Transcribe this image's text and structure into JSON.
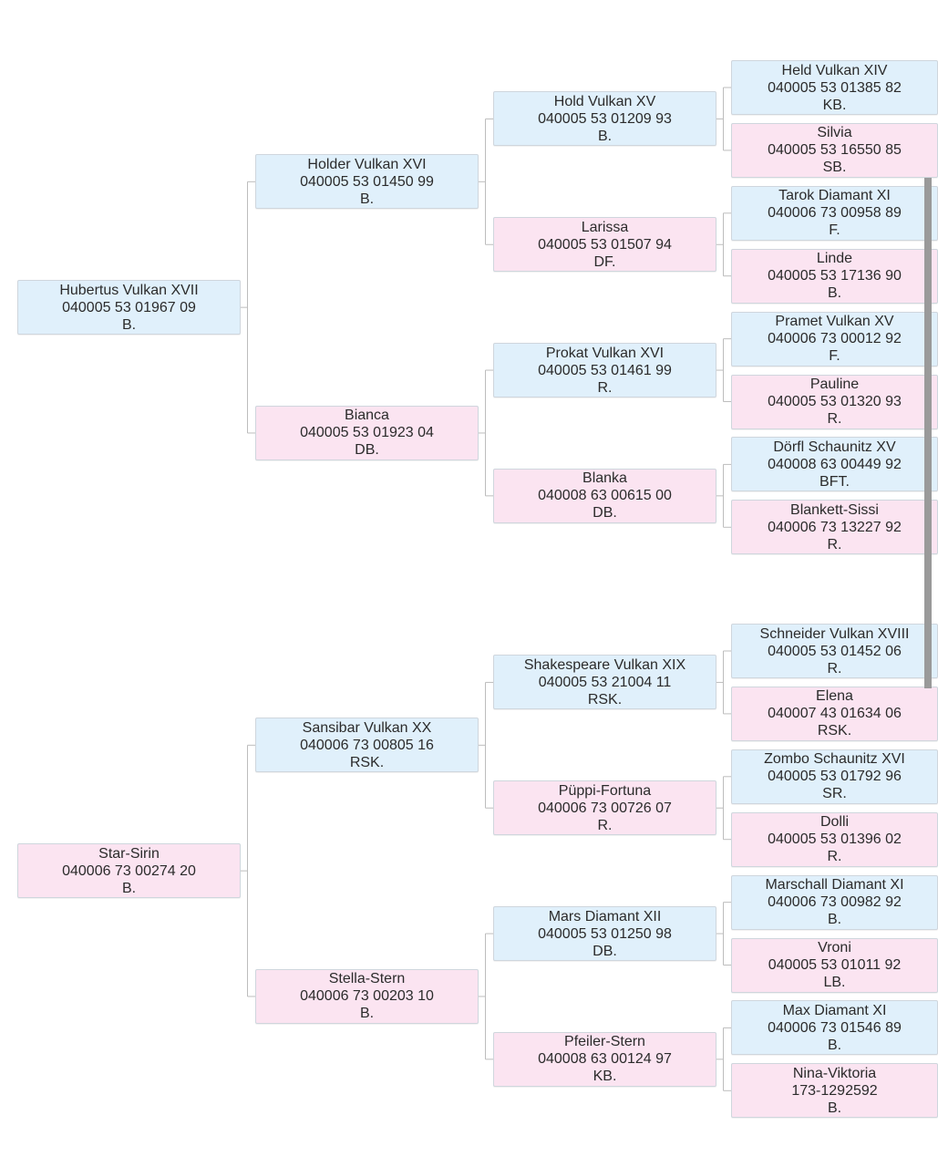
{
  "colors": {
    "male": "#e0f0fb",
    "female": "#fbe4f1",
    "line": "#bdbdbd",
    "border": "#cfd6dd"
  },
  "pedigree": {
    "sire": {
      "name": "Hubertus Vulkan XVII",
      "reg": "040005 53 01967 09",
      "note": "B.",
      "sex": "m",
      "sire": {
        "name": "Holder Vulkan XVI",
        "reg": "040005 53 01450 99",
        "note": "B.",
        "sex": "m",
        "sire": {
          "name": "Hold Vulkan XV",
          "reg": "040005 53 01209 93",
          "note": "B.",
          "sex": "m",
          "sire": {
            "name": "Held Vulkan XIV",
            "reg": "040005 53 01385 82",
            "note": "KB.",
            "sex": "m"
          },
          "dam": {
            "name": "Silvia",
            "reg": "040005 53 16550 85",
            "note": "SB.",
            "sex": "f"
          }
        },
        "dam": {
          "name": "Larissa",
          "reg": "040005 53 01507 94",
          "note": "DF.",
          "sex": "f",
          "sire": {
            "name": "Tarok Diamant XI",
            "reg": "040006 73 00958 89",
            "note": "F.",
            "sex": "m"
          },
          "dam": {
            "name": "Linde",
            "reg": "040005 53 17136 90",
            "note": "B.",
            "sex": "f"
          }
        }
      },
      "dam": {
        "name": "Bianca",
        "reg": "040005 53 01923 04",
        "note": "DB.",
        "sex": "f",
        "sire": {
          "name": "Prokat Vulkan XVI",
          "reg": "040005 53 01461 99",
          "note": "R.",
          "sex": "m",
          "sire": {
            "name": "Pramet Vulkan XV",
            "reg": "040006 73 00012 92",
            "note": "F.",
            "sex": "m"
          },
          "dam": {
            "name": "Pauline",
            "reg": "040005 53 01320 93",
            "note": "R.",
            "sex": "f"
          }
        },
        "dam": {
          "name": "Blanka",
          "reg": "040008 63 00615 00",
          "note": "DB.",
          "sex": "f",
          "sire": {
            "name": "Dörfl Schaunitz XV",
            "reg": "040008 63 00449 92",
            "note": "BFT.",
            "sex": "m"
          },
          "dam": {
            "name": "Blankett-Sissi",
            "reg": "040006 73 13227 92",
            "note": "R.",
            "sex": "f"
          }
        }
      }
    },
    "dam": {
      "name": "Star-Sirin",
      "reg": "040006 73 00274 20",
      "note": "B.",
      "sex": "f",
      "sire": {
        "name": "Sansibar Vulkan XX",
        "reg": "040006 73 00805 16",
        "note": "RSK.",
        "sex": "m",
        "sire": {
          "name": "Shakespeare Vulkan XIX",
          "reg": "040005 53 21004 11",
          "note": "RSK.",
          "sex": "m",
          "sire": {
            "name": "Schneider Vulkan XVIII",
            "reg": "040005 53 01452 06",
            "note": "R.",
            "sex": "m"
          },
          "dam": {
            "name": "Elena",
            "reg": "040007 43 01634 06",
            "note": "RSK.",
            "sex": "f"
          }
        },
        "dam": {
          "name": "Püppi-Fortuna",
          "reg": "040006 73 00726 07",
          "note": "R.",
          "sex": "f",
          "sire": {
            "name": "Zombo Schaunitz XVI",
            "reg": "040005 53 01792 96",
            "note": "SR.",
            "sex": "m"
          },
          "dam": {
            "name": "Dolli",
            "reg": "040005 53 01396 02",
            "note": "R.",
            "sex": "f"
          }
        }
      },
      "dam": {
        "name": "Stella-Stern",
        "reg": "040006 73 00203 10",
        "note": "B.",
        "sex": "f",
        "sire": {
          "name": "Mars Diamant XII",
          "reg": "040005 53 01250 98",
          "note": "DB.",
          "sex": "m",
          "sire": {
            "name": "Marschall Diamant XI",
            "reg": "040006 73 00982 92",
            "note": "B.",
            "sex": "m"
          },
          "dam": {
            "name": "Vroni",
            "reg": "040005 53 01011 92",
            "note": "LB.",
            "sex": "f"
          }
        },
        "dam": {
          "name": "Pfeiler-Stern",
          "reg": "040008 63 00124 97",
          "note": "KB.",
          "sex": "f",
          "sire": {
            "name": "Max Diamant XI",
            "reg": "040006 73 01546 89",
            "note": "B.",
            "sex": "m"
          },
          "dam": {
            "name": "Nina-Viktoria",
            "reg": "173-1292592",
            "note": "B.",
            "sex": "f"
          }
        }
      }
    }
  }
}
